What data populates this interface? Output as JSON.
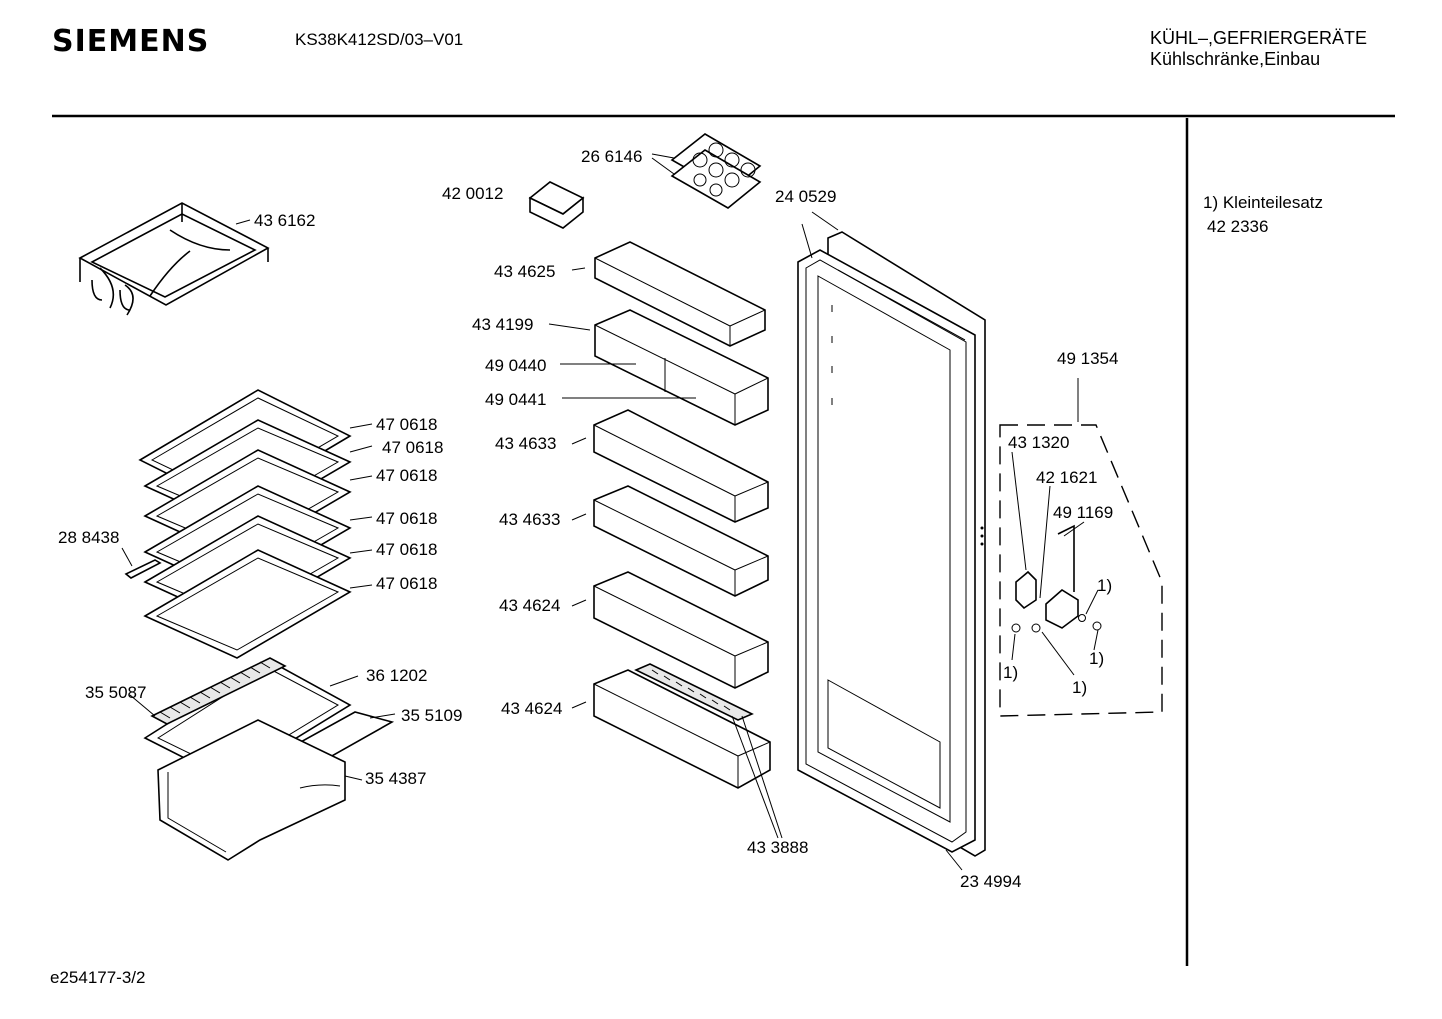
{
  "header": {
    "brand": "SIEMENS",
    "model": "KS38K412SD/03–V01",
    "category_line1": "KÜHL–,GEFRIERGERÄTE",
    "category_line2": "Kühlschränke,Einbau"
  },
  "notes": {
    "line1": "1) Kleinteilesatz",
    "line2": "42 2336"
  },
  "footer": {
    "reference": "e254177-3/2"
  },
  "parts": {
    "p436162": "43 6162",
    "p266146": "26 6146",
    "p420012": "42 0012",
    "p240529": "24 0529",
    "p434625": "43 4625",
    "p434199": "43 4199",
    "p490440": "49 0440",
    "p490441": "49 0441",
    "p434633a": "43 4633",
    "p434633b": "43 4633",
    "p434624a": "43 4624",
    "p434624b": "43 4624",
    "p470618a": "47 0618",
    "p470618b": "47 0618",
    "p470618c": "47 0618",
    "p470618d": "47 0618",
    "p470618e": "47 0618",
    "p470618f": "47 0618",
    "p288438": "28 8438",
    "p355087": "35 5087",
    "p361202": "36 1202",
    "p355109": "35 5109",
    "p354387": "35 4387",
    "p433888": "43 3888",
    "p234994": "23 4994",
    "p491354": "49 1354",
    "p431320": "43 1320",
    "p421621": "42 1621",
    "p491169": "49 1169",
    "fn1a": "1)",
    "fn1b": "1)",
    "fn1c": "1)",
    "fn1d": "1)"
  }
}
